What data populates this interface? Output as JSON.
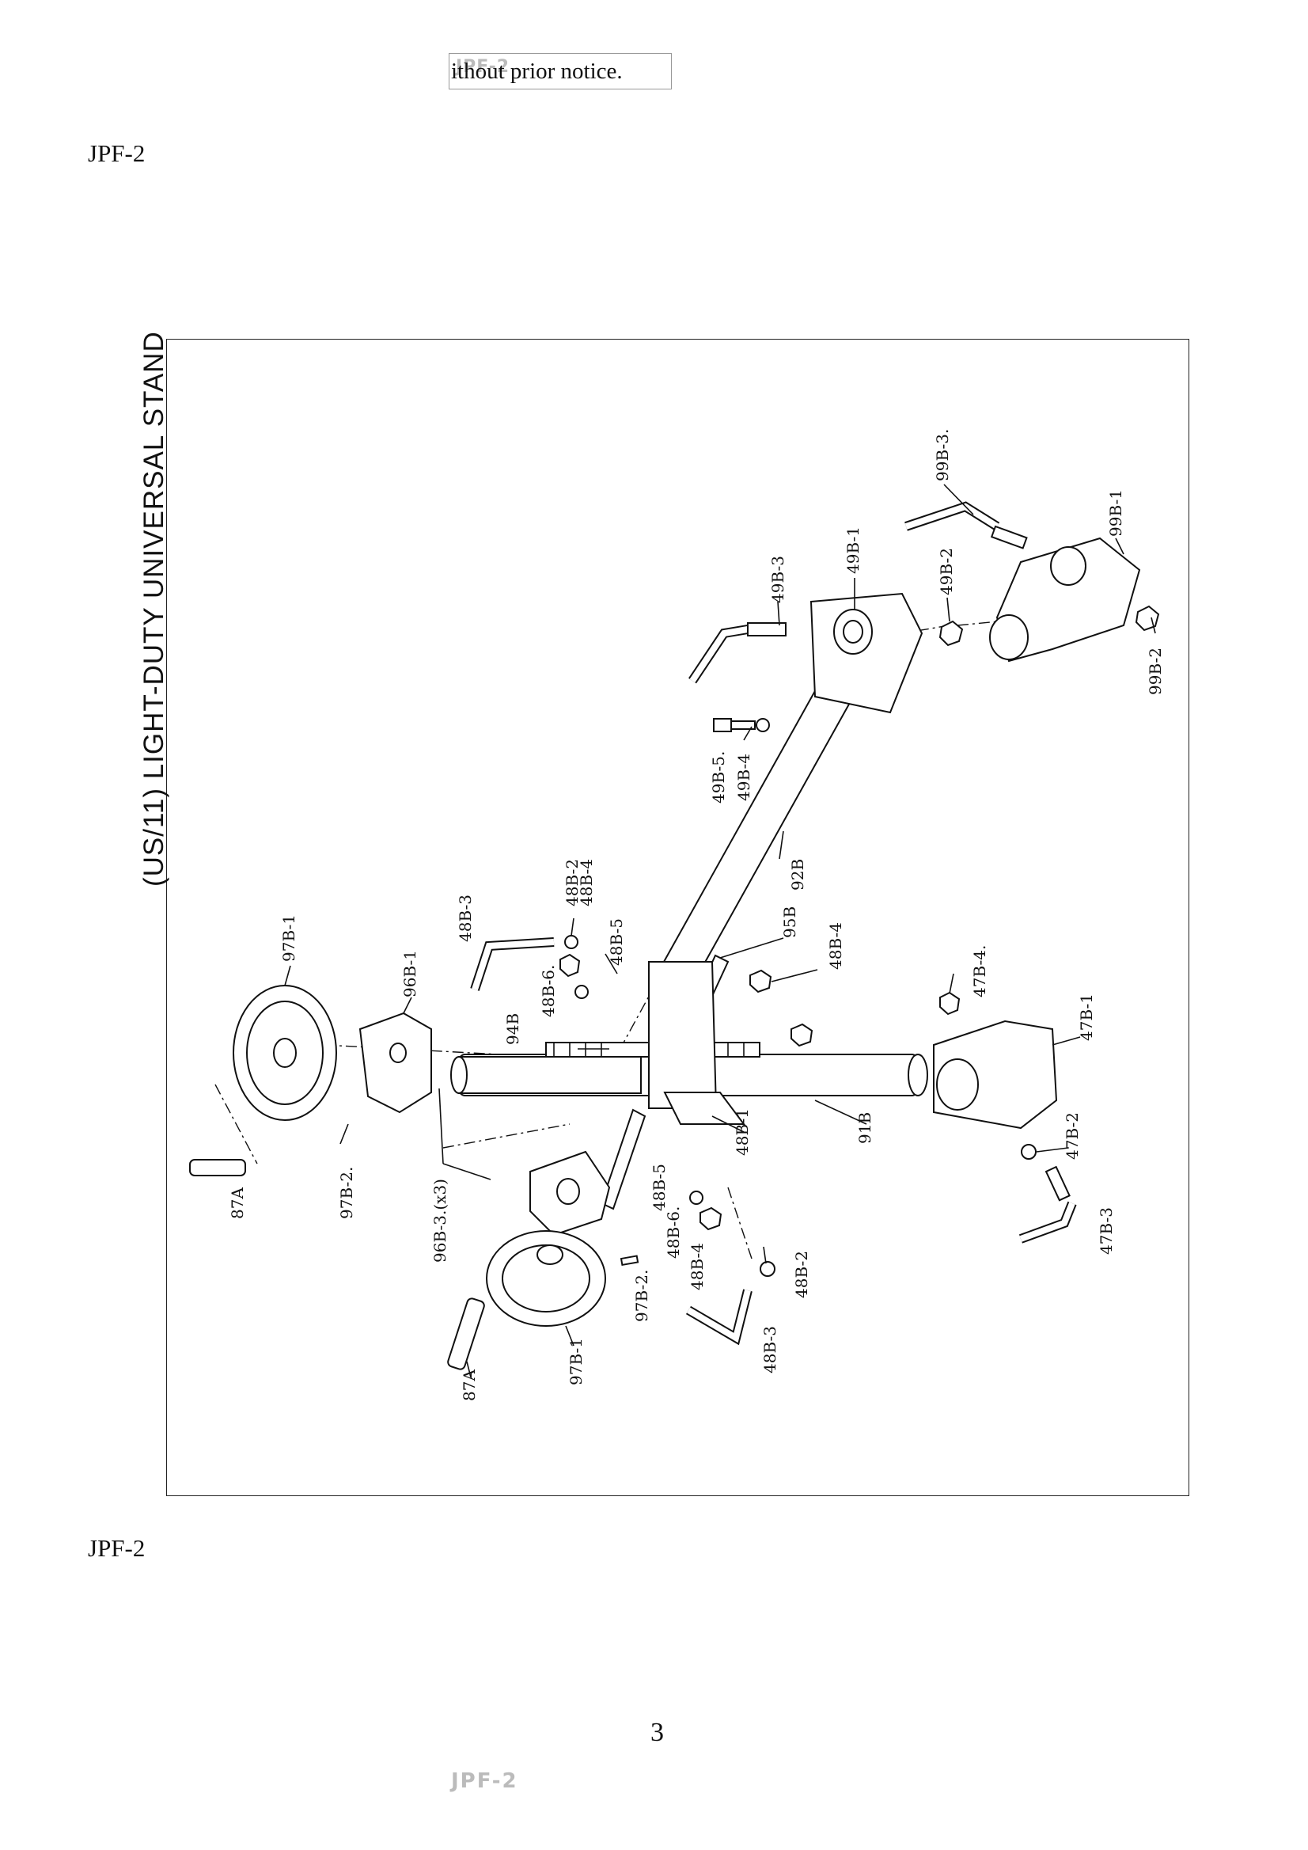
{
  "header": {
    "notice": "ithout prior notice.",
    "notice_watermark": "JPF-2"
  },
  "model_label_top": "JPF-2",
  "model_label_bottom": "JPF-2",
  "diagram_title": "(US/11) LIGHT-DUTY UNIVERSAL STAND",
  "part_labels": {
    "p99B_3": "99B-3.",
    "p99B_1": "99B-1",
    "p49B_1": "49B-1",
    "p49B_3": "49B-3",
    "p49B_2": "49B-2",
    "p99B_2": "99B-2",
    "p49B_5": "49B-5.",
    "p49B_4": "49B-4",
    "p92B": "92B",
    "p48B_2_top": "48B-2",
    "p48B_4_top": "48B-4",
    "p48B_3_top": "48B-3",
    "p48B_5_top": "48B-5",
    "p48B_6_top": "48B-6.",
    "p95B": "95B",
    "p48B_4_mid": "48B-4",
    "p47B_4": "47B-4.",
    "p47B_1": "47B-1",
    "p97B_1_top": "97B-1",
    "p96B_1": "96B-1",
    "p94B": "94B",
    "p87A_left": "87A",
    "p97B_2_left": "97B-2.",
    "p96B_3": "96B-3.(x3)",
    "p48B_1": "48B-1",
    "p91B": "91B",
    "p47B_2": "47B-2",
    "p47B_3": "47B-3",
    "p48B_5_bot": "48B-5",
    "p48B_6_bot": "48B-6.",
    "p48B_4_bot": "48B-4",
    "p48B_2_bot": "48B-2",
    "p97B_2_bot": "97B-2.",
    "p48B_3_bot": "48B-3",
    "p97B_1_bot": "97B-1",
    "p87A_bot": "87A"
  },
  "footer": {
    "page_number": "3",
    "watermark": "JPF-2"
  }
}
